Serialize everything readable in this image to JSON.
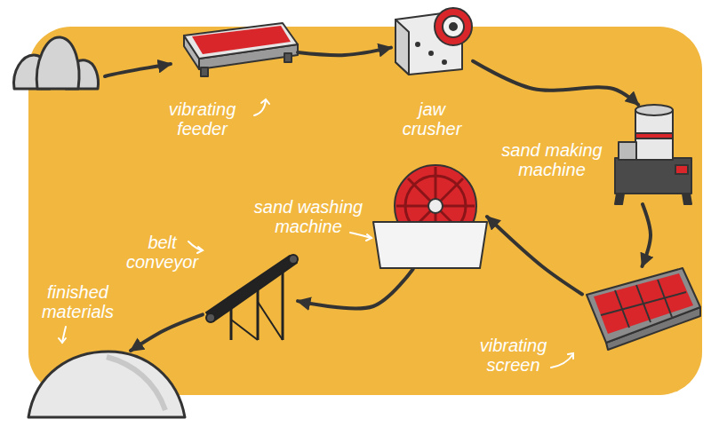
{
  "diagram": {
    "nodes": [
      {
        "text": [
          "vibrating feeder"
        ]
      },
      {
        "text": [
          "jaw crusher"
        ]
      },
      {
        "text": [
          "sand making machine"
        ]
      },
      {
        "text": [
          "vibrating screen"
        ]
      },
      {
        "text": [
          "sand washing machine"
        ]
      },
      {
        "text": [
          "belt conveyor"
        ]
      },
      {
        "text": [
          "finished materials"
        ]
      }
    ],
    "edges": [
      {
        "from": 0,
        "to": 1,
        "arrow": "to"
      },
      {
        "from": 1,
        "to": 2,
        "arrow": "to"
      },
      {
        "from": 2,
        "to": 3,
        "arrow": "to"
      },
      {
        "from": 3,
        "to": 4,
        "arrow": "to"
      },
      {
        "from": 4,
        "to": 5,
        "arrow": "to"
      },
      {
        "from": 5,
        "to": 6,
        "arrow": "to"
      }
    ]
  }
}
